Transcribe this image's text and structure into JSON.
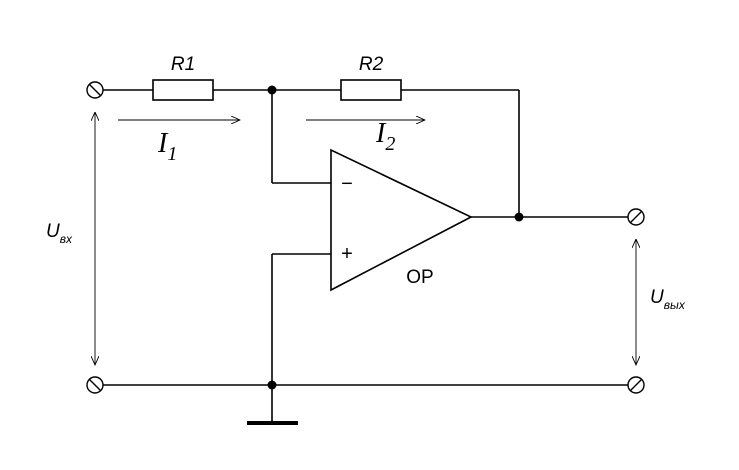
{
  "resistors": {
    "r1": "R1",
    "r2": "R2"
  },
  "currents": {
    "i1": {
      "symbol": "I",
      "subscript": "1"
    },
    "i2": {
      "symbol": "I",
      "subscript": "2"
    }
  },
  "opamp": {
    "label": "OP",
    "inverting": "−",
    "noninverting": "+"
  },
  "voltages": {
    "input": {
      "symbol": "U",
      "subscript": "вх"
    },
    "output": {
      "symbol": "U",
      "subscript": "вых"
    }
  }
}
